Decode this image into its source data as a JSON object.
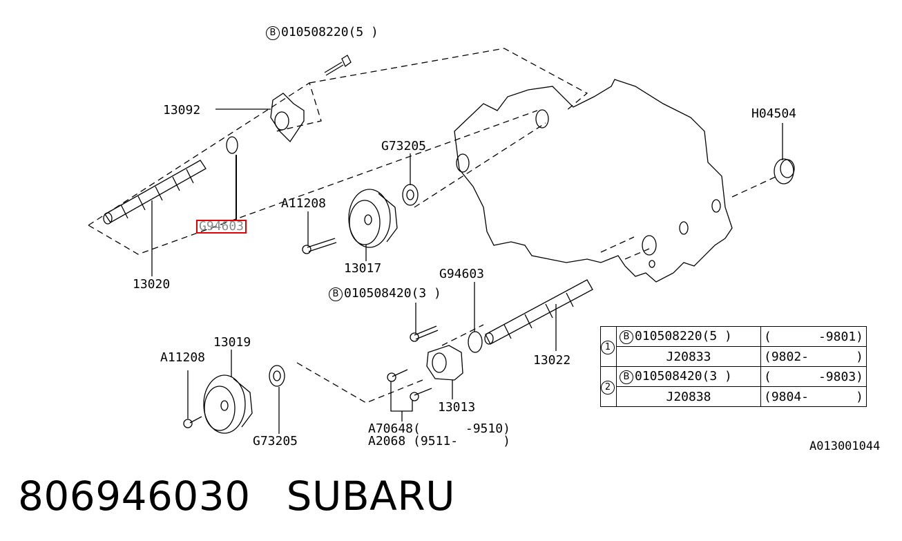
{
  "labels": {
    "bolt_top": "010508220(5 )",
    "p13092": "13092",
    "h04504": "H04504",
    "g73205_top": "G73205",
    "a11208_top": "A11208",
    "g94603_hl": "G94603",
    "p13017": "13017",
    "p13020": "13020",
    "g94603_mid": "G94603",
    "bolt_mid": "010508420(3 )",
    "p13022": "13022",
    "p13019": "13019",
    "a11208_bot": "A11208",
    "p13013": "13013",
    "a70648": "A70648(      -9510)",
    "a2068": "A2068 (9511-      )",
    "g73205_bot": "G73205"
  },
  "circle_letter": "B",
  "table": {
    "rows": [
      {
        "num": "1",
        "part": "010508220(5 )",
        "circle": "B",
        "range_l": "(",
        "range_r": "-9801)"
      },
      {
        "num": "",
        "part": "J20833",
        "circle": "",
        "range_l": "(9802-",
        "range_r": ")"
      },
      {
        "num": "2",
        "part": "010508420(3 )",
        "circle": "B",
        "range_l": "(",
        "range_r": "-9803)"
      },
      {
        "num": "",
        "part": "J20838",
        "circle": "",
        "range_l": "(9804-",
        "range_r": ")"
      }
    ]
  },
  "doc_code": "A013001044",
  "footer": {
    "part_number": "806946030",
    "brand": "SUBARU"
  }
}
